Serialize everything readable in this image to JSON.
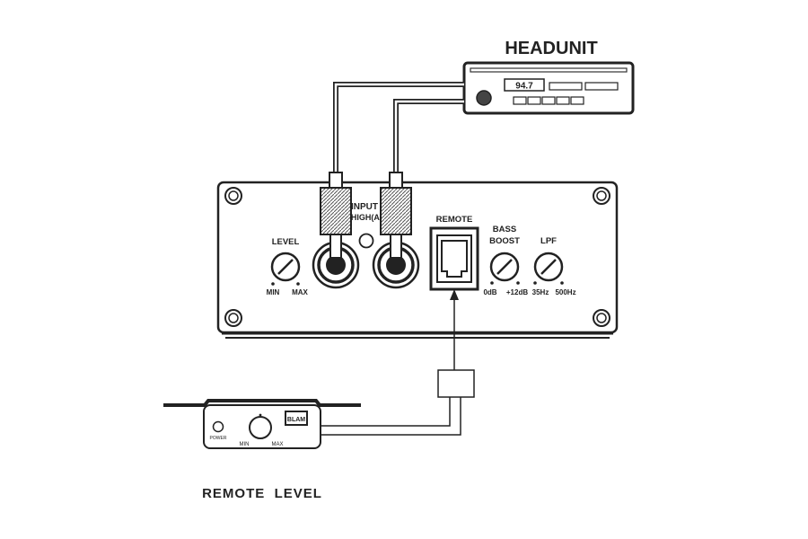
{
  "headunit": {
    "title": "HEADUNIT",
    "display": "94.7"
  },
  "amplifier": {
    "input_label_1": "INPUT",
    "input_label_2": "LOW/HIGH(AUTO)",
    "level": {
      "label": "LEVEL",
      "min": "MIN",
      "max": "MAX"
    },
    "remote": {
      "label": "REMOTE"
    },
    "bass_boost": {
      "label_1": "BASS",
      "label_2": "BOOST",
      "min": "0dB",
      "max": "+12dB"
    },
    "lpf": {
      "label": "LPF",
      "min": "35Hz",
      "max": "500Hz"
    }
  },
  "remote_level": {
    "caption": "REMOTE  LEVEL",
    "power": "POWER",
    "min": "MIN",
    "max": "MAX",
    "logo": "BLAM"
  }
}
